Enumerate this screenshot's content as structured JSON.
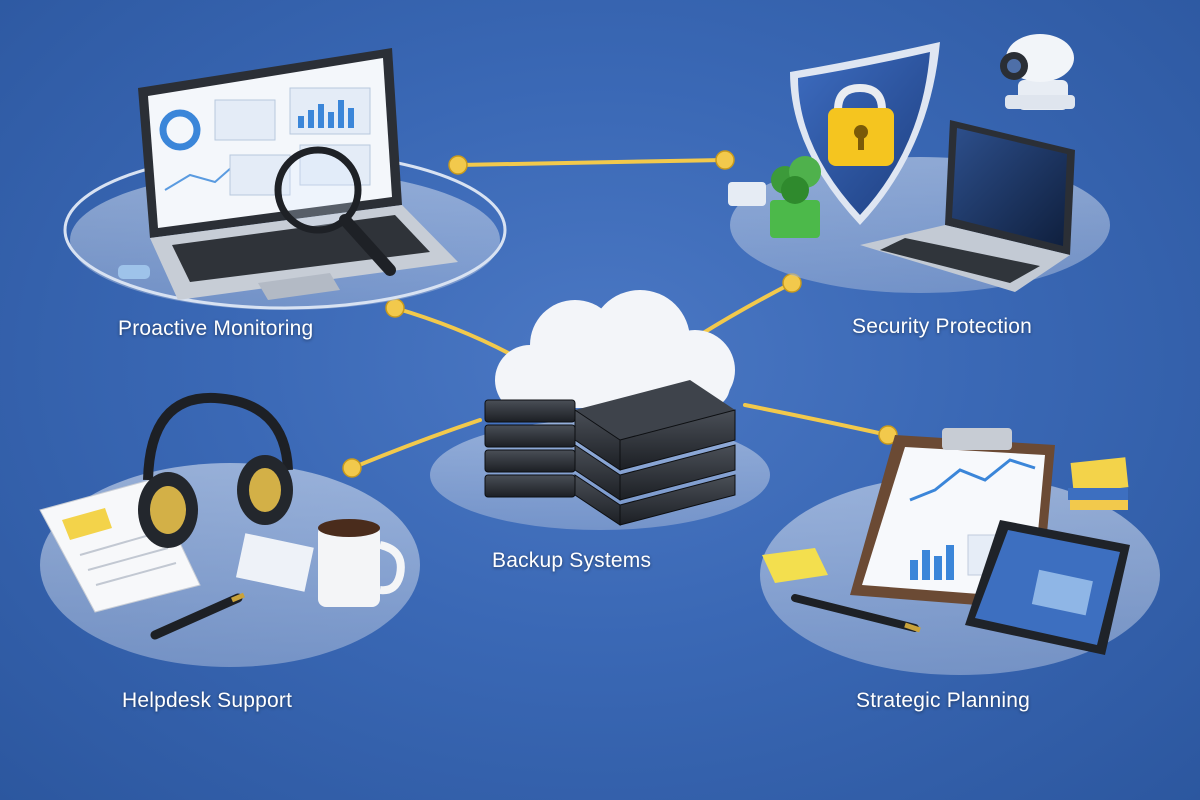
{
  "nodes": [
    {
      "id": "monitoring",
      "label": "Proactive Monitoring"
    },
    {
      "id": "security",
      "label": "Security Protection"
    },
    {
      "id": "backup",
      "label": "Backup Systems"
    },
    {
      "id": "helpdesk",
      "label": "Helpdesk Support"
    },
    {
      "id": "planning",
      "label": "Strategic Planning"
    }
  ],
  "colors": {
    "background": "#3a68b5",
    "connector": "#f2c94c",
    "platform": "#b7c6e0",
    "shield": "#2f5aa6",
    "lock": "#f5c51f"
  },
  "icons": [
    "laptop-icon",
    "magnifier-icon",
    "shield-lock-icon",
    "security-camera-icon",
    "cloud-icon",
    "server-stack-icon",
    "headphones-icon",
    "notebook-icon",
    "coffee-mug-icon",
    "pen-icon",
    "clipboard-chart-icon",
    "tablet-icon",
    "sticky-notes-icon",
    "plant-icon"
  ]
}
